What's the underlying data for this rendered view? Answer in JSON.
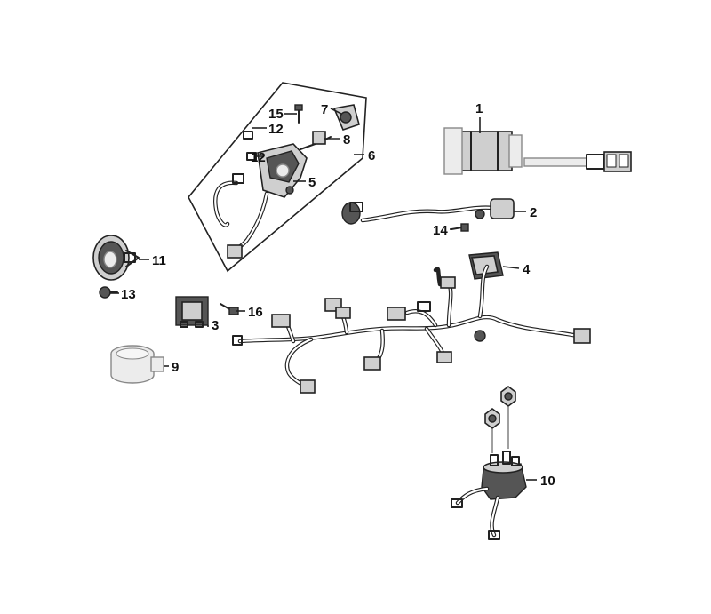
{
  "diagram": {
    "callouts": [
      {
        "id": "c1",
        "label": "1"
      },
      {
        "id": "c2",
        "label": "2"
      },
      {
        "id": "c3",
        "label": "3"
      },
      {
        "id": "c4",
        "label": "4"
      },
      {
        "id": "c5",
        "label": "5"
      },
      {
        "id": "c6",
        "label": "6"
      },
      {
        "id": "c7",
        "label": "7"
      },
      {
        "id": "c8",
        "label": "8"
      },
      {
        "id": "c9",
        "label": "9"
      },
      {
        "id": "c10",
        "label": "10"
      },
      {
        "id": "c11",
        "label": "11"
      },
      {
        "id": "c12a",
        "label": "12"
      },
      {
        "id": "c12b",
        "label": "12"
      },
      {
        "id": "c13",
        "label": "13"
      },
      {
        "id": "c14",
        "label": "14"
      },
      {
        "id": "c15",
        "label": "15"
      },
      {
        "id": "c16",
        "label": "16"
      }
    ],
    "colors": {
      "ink": "#222222",
      "shade": "#cfcfcf",
      "background": "#ffffff"
    }
  }
}
